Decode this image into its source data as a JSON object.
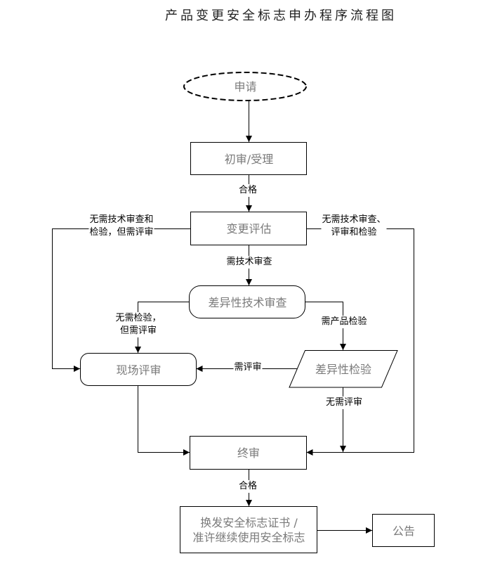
{
  "title": "产品变更安全标志申办程序流程图",
  "nodes": {
    "apply": "申请",
    "initial_review": "初审/受理",
    "change_evaluation": "变更评估",
    "tech_review": "差异性技术审查",
    "onsite_review": "现场评审",
    "difference_test": "差异性检验",
    "final_review": "终审",
    "issue_certificate": [
      "换发安全标志证书 /",
      "准许继续使用安全标志"
    ],
    "announcement": "公告"
  },
  "edges": {
    "initial_to_evaluation": "合格",
    "evaluation_to_tech_review": "需技术审查",
    "evaluation_to_onsite": [
      "无需技术审查和",
      "检验，但需评审"
    ],
    "evaluation_to_final": [
      "无需技术审查、",
      "评审和检验"
    ],
    "tech_review_to_onsite": [
      "无需检验，",
      "但需评审"
    ],
    "tech_review_to_test": "需产品检验",
    "test_to_onsite": "需评审",
    "test_to_final": "无需评审",
    "final_to_issue": "合格"
  },
  "colors": {
    "line": "#000000",
    "node_text": "#7a7a7a",
    "label_text": "#000000"
  }
}
